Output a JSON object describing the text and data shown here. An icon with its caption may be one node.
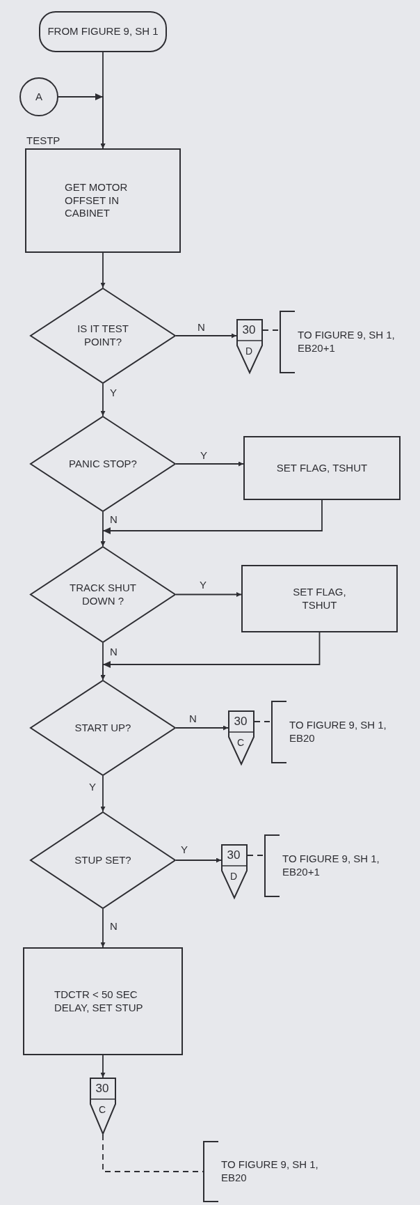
{
  "diagram": {
    "nodes": [
      {
        "text": [
          "FROM FIGURE 9, SH 1"
        ]
      },
      {
        "text": [
          "A"
        ]
      },
      {
        "text": [
          "GET MOTOR OFFSET IN CABINET"
        ],
        "beside": [
          "TESTP"
        ]
      },
      {
        "text": [
          "IS IT TEST POINT?"
        ]
      },
      {
        "text": [
          "30",
          "D"
        ]
      },
      {
        "text": [
          "TO FIGURE 9, SH 1, EB20+1"
        ]
      },
      {
        "text": [
          "PANIC STOP?"
        ]
      },
      {
        "text": [
          "SET FLAG, TSHUT"
        ]
      },
      {
        "text": [
          "TRACK SHUT DOWN ?"
        ]
      },
      {
        "text": [
          "SET FLAG, TSHUT"
        ]
      },
      {
        "text": [
          "START UP?"
        ]
      },
      {
        "text": [
          "30",
          "C"
        ]
      },
      {
        "text": [
          "TO FIGURE 9, SH 1, EB20"
        ]
      },
      {
        "text": [
          "STUP SET?"
        ]
      },
      {
        "text": [
          "30",
          "D"
        ]
      },
      {
        "text": [
          "TO FIGURE 9, SH 1, EB20+1"
        ]
      },
      {
        "text": [
          "TDCTR < 50 SEC DELAY, SET STUP"
        ]
      },
      {
        "text": [
          "30",
          "C"
        ]
      },
      {
        "text": [
          "TO FIGURE 9, SH 1, EB20"
        ]
      }
    ],
    "edges": [
      {
        "from": 0,
        "to": 2,
        "arrow": "to"
      },
      {
        "from": 1,
        "to": 2,
        "arrow": "to"
      },
      {
        "from": 2,
        "to": 3,
        "arrow": "to"
      },
      {
        "from": 3,
        "to": 4,
        "arrow": "to",
        "label": "N"
      },
      {
        "from": 4,
        "to": 5,
        "arrow": "none",
        "style": "dashed"
      },
      {
        "from": 3,
        "to": 6,
        "arrow": "to",
        "label": "Y"
      },
      {
        "from": 6,
        "to": 7,
        "arrow": "to",
        "label": "Y"
      },
      {
        "from": 6,
        "to": 8,
        "arrow": "to",
        "label": "N"
      },
      {
        "from": 7,
        "to": 8,
        "arrow": "to"
      },
      {
        "from": 8,
        "to": 9,
        "arrow": "to",
        "label": "Y"
      },
      {
        "from": 8,
        "to": 10,
        "arrow": "to",
        "label": "N"
      },
      {
        "from": 9,
        "to": 10,
        "arrow": "to"
      },
      {
        "from": 10,
        "to": 11,
        "arrow": "to",
        "label": "N"
      },
      {
        "from": 11,
        "to": 12,
        "arrow": "none",
        "style": "dashed"
      },
      {
        "from": 10,
        "to": 13,
        "arrow": "to",
        "label": "Y"
      },
      {
        "from": 13,
        "to": 14,
        "arrow": "to",
        "label": "Y"
      },
      {
        "from": 14,
        "to": 15,
        "arrow": "none",
        "style": "dashed"
      },
      {
        "from": 13,
        "to": 16,
        "arrow": "to",
        "label": "N"
      },
      {
        "from": 16,
        "to": 17,
        "arrow": "to"
      },
      {
        "from": 17,
        "to": 18,
        "arrow": "none",
        "style": "dashed"
      }
    ]
  }
}
